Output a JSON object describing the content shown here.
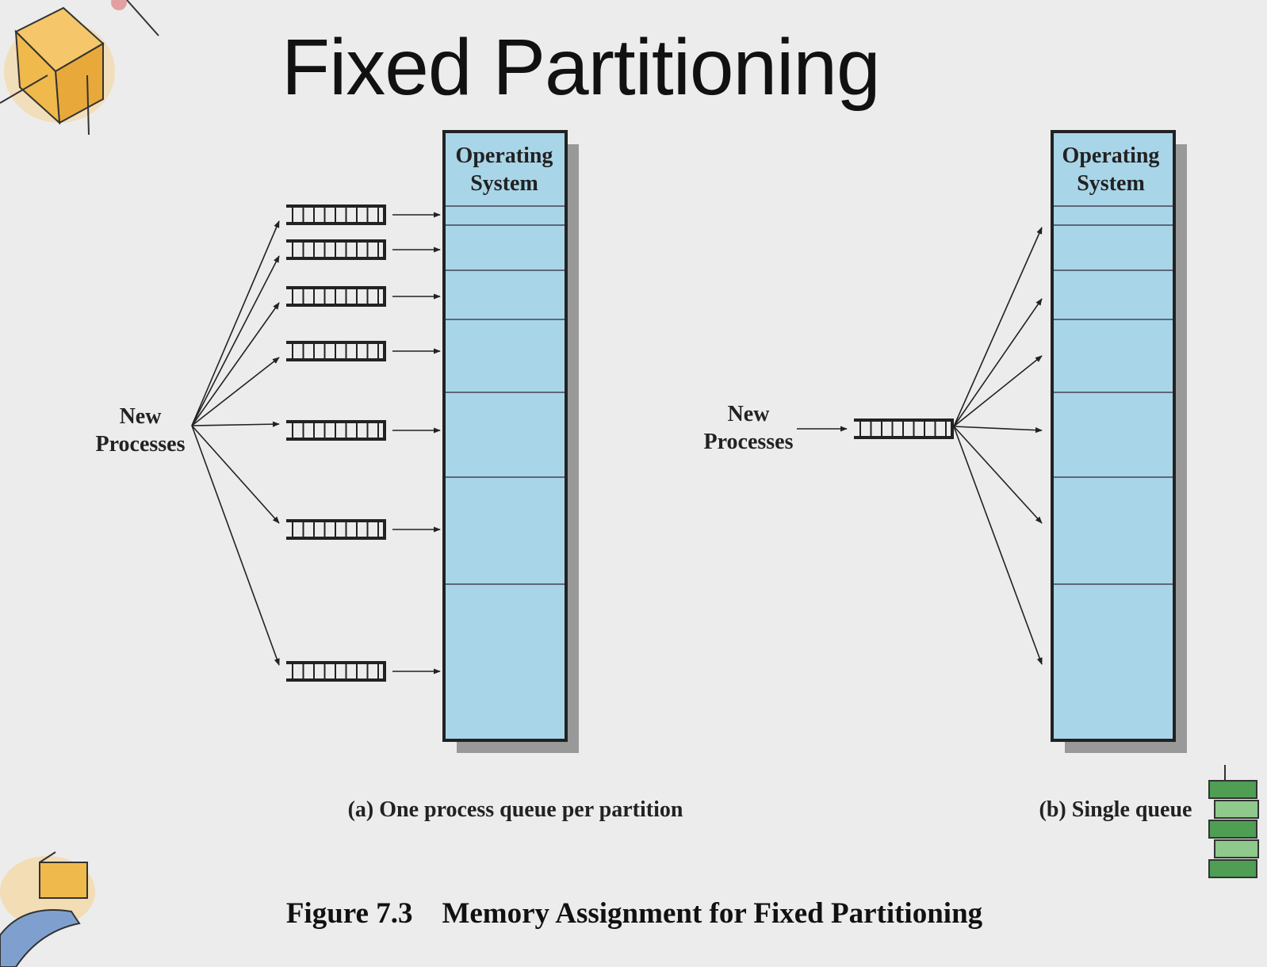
{
  "slide": {
    "title": "Fixed Partitioning",
    "figure_caption": "Figure 7.3    Memory Assignment for Fixed Partitioning"
  },
  "diagram_a": {
    "os_label": [
      "Operating",
      "System"
    ],
    "source_label": [
      "New",
      "Processes"
    ],
    "caption": "(a) One process queue per partition",
    "queue_count": 7
  },
  "diagram_b": {
    "os_label": [
      "Operating",
      "System"
    ],
    "source_label": [
      "New",
      "Processes"
    ],
    "caption": "(b) Single queue",
    "queue_count": 1
  },
  "colors": {
    "partition_fill": "#a9d5e8",
    "shadow": "#999999",
    "line": "#222222",
    "background": "#ececec"
  },
  "decorations": [
    "box-sketch-icon",
    "hand-holding-box-icon",
    "brick-stack-icon"
  ]
}
